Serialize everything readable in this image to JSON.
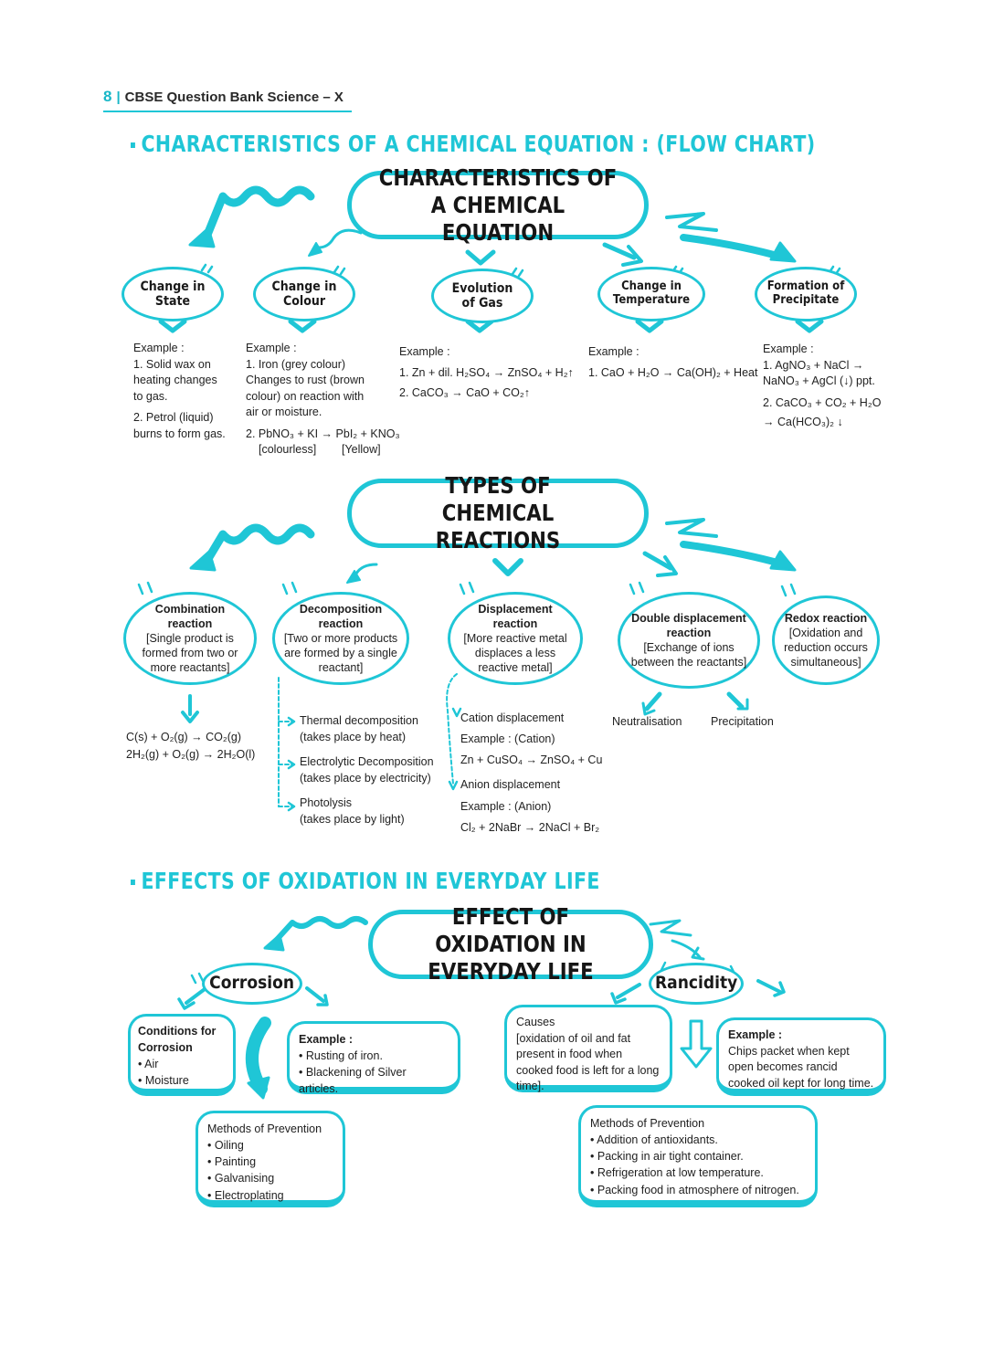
{
  "header": {
    "page_number": "8",
    "book_title": "CBSE Question Bank Science – X"
  },
  "section1": {
    "title": "CHARACTERISTICS OF A CHEMICAL EQUATION : (FLOW CHART)",
    "root": "CHARACTERISTICS OF A CHEMICAL EQUATION",
    "nodes": [
      {
        "label": "Change in State",
        "details": [
          "Example :",
          "1. Solid wax on",
          "heating changes",
          "to gas.",
          "2. Petrol (liquid)",
          "burns to form gas."
        ]
      },
      {
        "label": "Change in Colour",
        "details": [
          "Example :",
          "1. Iron (grey colour)",
          "Changes to rust (brown",
          "colour) on reaction with",
          "air or moisture.",
          "2. PbNO₃ + KI → PbI₂ + KNO₃",
          "[colourless]        [Yellow]"
        ]
      },
      {
        "label": "Evolution of Gas",
        "details": [
          "Example :",
          "1. Zn + dil. H₂SO₄ → ZnSO₄ + H₂↑",
          "2. CaCO₃ → CaO + CO₂↑"
        ]
      },
      {
        "label": "Change in Temperature",
        "details": [
          "Example :",
          "1. CaO + H₂O → Ca(OH)₂ + Heat"
        ]
      },
      {
        "label": "Formation of Precipitate",
        "details": [
          "Example :",
          "1. AgNO₃ + NaCl →",
          "NaNO₃ + AgCl (↓) ppt.",
          "2. CaCO₃ + CO₂ + H₂O",
          "→ Ca(HCO₃)₂ ↓"
        ]
      }
    ]
  },
  "section2": {
    "root": "TYPES OF CHEMICAL REACTIONS",
    "nodes": [
      {
        "title": "Combination reaction",
        "desc": "[Single product is formed from two or more reactants]"
      },
      {
        "title": "Decomposition reaction",
        "desc": "[Two or more products are formed by a single reactant]"
      },
      {
        "title": "Displacement reaction",
        "desc": "[More reactive metal displaces a less reactive metal]"
      },
      {
        "title": "Double displacement reaction",
        "desc": "[Exchange of ions between the reactants]"
      },
      {
        "title": "Redox reaction",
        "desc": "[Oxidation and reduction occurs simultaneous]"
      }
    ],
    "combination_examples": [
      "C(s) + O₂(g) → CO₂(g)",
      "2H₂(g) + O₂(g) → 2H₂O(l)"
    ],
    "decomposition_types": [
      {
        "name": "Thermal decomposition",
        "note": "(takes place by heat)"
      },
      {
        "name": "Electrolytic Decomposition",
        "note": "(takes place by electricity)"
      },
      {
        "name": "Photolysis",
        "note": "(takes place by light)"
      }
    ],
    "displacement_types": [
      {
        "name": "Cation displacement",
        "example_label": "Example : (Cation)",
        "equation": "Zn + CuSO₄ → ZnSO₄ + Cu"
      },
      {
        "name": "Anion displacement",
        "example_label": "Example : (Anion)",
        "equation": "Cl₂ + 2NaBr → 2NaCl + Br₂"
      }
    ],
    "double_displacement_types": [
      "Neutralisation",
      "Precipitation"
    ]
  },
  "section3": {
    "title": "EFFECTS OF OXIDATION IN EVERYDAY LIFE",
    "root": "EFFECT OF OXIDATION IN EVERYDAY LIFE",
    "corrosion": {
      "label": "Corrosion",
      "conditions_title": "Conditions for Corrosion",
      "conditions": [
        "Air",
        "Moisture"
      ],
      "example_title": "Example :",
      "examples": [
        "Rusting of iron.",
        "Blackening of Silver articles."
      ],
      "prevention_title": "Methods of Prevention",
      "prevention": [
        "Oiling",
        "Painting",
        "Galvanising",
        "Electroplating"
      ]
    },
    "rancidity": {
      "label": "Rancidity",
      "causes_title": "Causes",
      "causes": "[oxidation of oil and fat present in food when cooked food is left for a long time].",
      "example_title": "Example :",
      "example": "Chips packet when kept open becomes rancid cooked oil kept for long time.",
      "prevention_title": "Methods of Prevention",
      "prevention": [
        "Addition of antioxidants.",
        "Packing in air tight container.",
        "Refrigeration at low temperature.",
        "Packing food in atmosphere of nitrogen."
      ]
    }
  },
  "colors": {
    "accent": "#1fc6d6",
    "text": "#1f1f1f"
  }
}
